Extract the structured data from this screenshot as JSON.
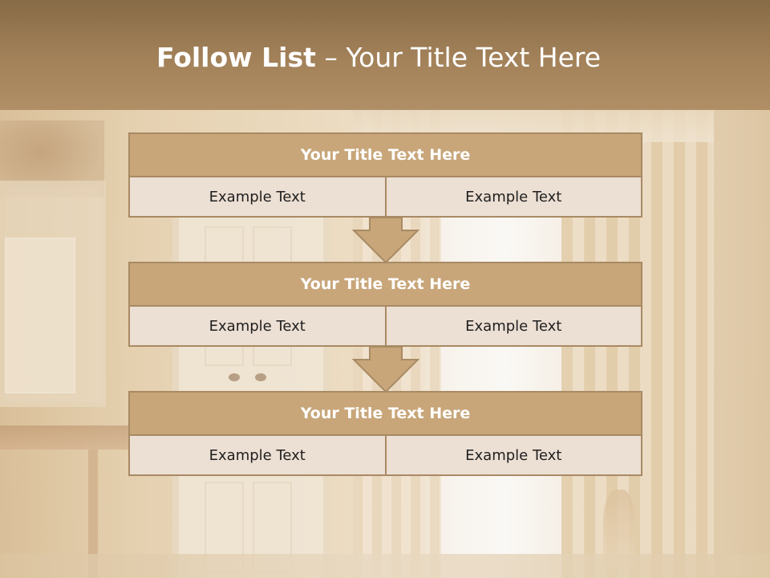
{
  "title": {
    "bold": "Follow List",
    "rest": " – Your Title Text Here"
  },
  "steps": [
    {
      "heading": "Your Title Text Here",
      "cells": [
        "Example Text",
        "Example Text"
      ]
    },
    {
      "heading": "Your Title Text Here",
      "cells": [
        "Example Text",
        "Example Text"
      ]
    },
    {
      "heading": "Your Title Text Here",
      "cells": [
        "Example Text",
        "Example Text"
      ]
    }
  ],
  "colors": {
    "title_band": "#a3825a",
    "block_header": "#c8a67a",
    "block_cell": "#ecdfd3",
    "border": "#a88a64"
  }
}
